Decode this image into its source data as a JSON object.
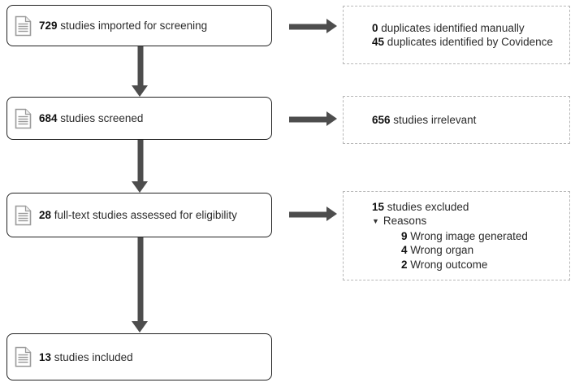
{
  "colors": {
    "stage_box_border": "#222222",
    "note_box_border": "#b8b8b8",
    "arrow": "#4d4d4d",
    "text": "#2b2b2b",
    "icon_gray": "#9a9a9a"
  },
  "flow": {
    "stages": [
      {
        "count": "729",
        "label": "studies imported for screening"
      },
      {
        "count": "684",
        "label": "studies screened"
      },
      {
        "count": "28",
        "label": "full-text studies assessed for eligibility"
      },
      {
        "count": "13",
        "label": "studies included"
      }
    ],
    "side_notes": [
      {
        "lines": [
          {
            "count": "0",
            "label": "duplicates identified manually"
          },
          {
            "count": "45",
            "label": "duplicates identified by Covidence"
          }
        ]
      },
      {
        "lines": [
          {
            "count": "656",
            "label": "studies irrelevant"
          }
        ]
      },
      {
        "lines": [
          {
            "count": "15",
            "label": "studies excluded"
          }
        ],
        "reasons_icon": "▼",
        "reasons_label": "Reasons",
        "reasons": [
          {
            "count": "9",
            "label": "Wrong image generated"
          },
          {
            "count": "4",
            "label": "Wrong organ"
          },
          {
            "count": "2",
            "label": "Wrong outcome"
          }
        ]
      }
    ]
  }
}
